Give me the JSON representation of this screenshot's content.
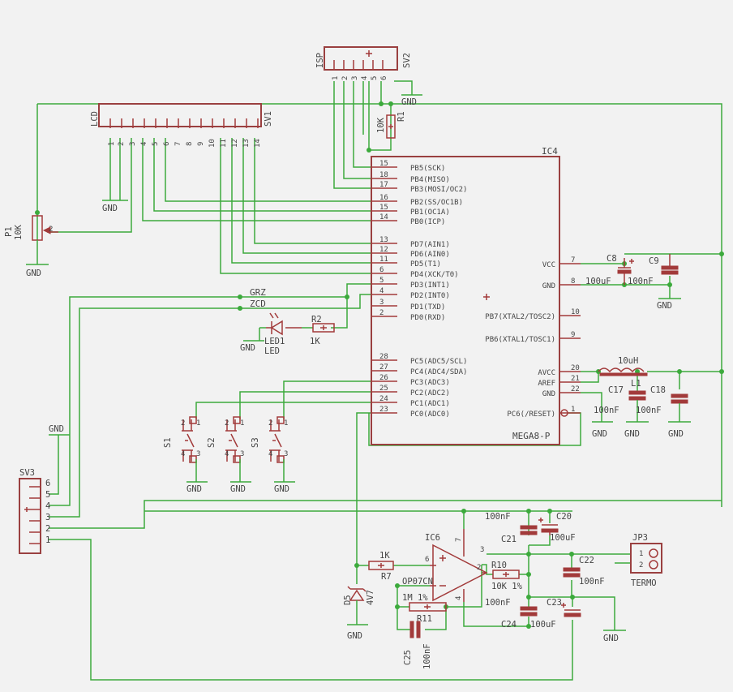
{
  "lcd": {
    "name": "LCD",
    "ref": "SV1",
    "pins": [
      "1",
      "2",
      "3",
      "4",
      "5",
      "6",
      "7",
      "8",
      "9",
      "10",
      "11",
      "12",
      "13",
      "14"
    ]
  },
  "isp": {
    "name": "ISP",
    "ref": "SV2",
    "pins": [
      "1",
      "2",
      "3",
      "4",
      "5",
      "6"
    ]
  },
  "r1": {
    "ref": "R1",
    "value": "10K"
  },
  "p1": {
    "ref": "P1",
    "value": "10K",
    "pin": "2"
  },
  "ic4": {
    "ref": "IC4",
    "part": "MEGA8-P",
    "left_pins": [
      {
        "num": "15",
        "label": "PB5(SCK)"
      },
      {
        "num": "18",
        "label": "PB4(MISO)"
      },
      {
        "num": "17",
        "label": "PB3(MOSI/OC2)"
      },
      {
        "num": "16",
        "label": "PB2(SS/OC1B)"
      },
      {
        "num": "15",
        "label": "PB1(OC1A)"
      },
      {
        "num": "14",
        "label": "PB0(ICP)"
      },
      {
        "num": "13",
        "label": "PD7(AIN1)"
      },
      {
        "num": "12",
        "label": "PD6(AIN0)"
      },
      {
        "num": "11",
        "label": "PD5(T1)"
      },
      {
        "num": "6",
        "label": "PD4(XCK/T0)"
      },
      {
        "num": "5",
        "label": "PD3(INT1)"
      },
      {
        "num": "4",
        "label": "PD2(INT0)"
      },
      {
        "num": "3",
        "label": "PD1(TXD)"
      },
      {
        "num": "2",
        "label": "PD0(RXD)"
      },
      {
        "num": "28",
        "label": "PC5(ADC5/SCL)"
      },
      {
        "num": "27",
        "label": "PC4(ADC4/SDA)"
      },
      {
        "num": "26",
        "label": "PC3(ADC3)"
      },
      {
        "num": "25",
        "label": "PC2(ADC2)"
      },
      {
        "num": "24",
        "label": "PC1(ADC1)"
      },
      {
        "num": "23",
        "label": "PC0(ADC0)"
      }
    ],
    "right_pins": [
      {
        "num": "7",
        "label": "VCC"
      },
      {
        "num": "8",
        "label": "GND"
      },
      {
        "num": "10",
        "label": "PB7(XTAL2/TOSC2)"
      },
      {
        "num": "9",
        "label": "PB6(XTAL1/TOSC1)"
      },
      {
        "num": "20",
        "label": "AVCC"
      },
      {
        "num": "21",
        "label": "AREF"
      },
      {
        "num": "22",
        "label": "GND"
      },
      {
        "num": "1",
        "label": "PC6(/RESET)"
      }
    ]
  },
  "c8": {
    "ref": "C8",
    "value": "100uF"
  },
  "c9": {
    "ref": "C9",
    "value": "100nF"
  },
  "l1": {
    "ref": "L1",
    "value": "10uH"
  },
  "c17": {
    "ref": "C17",
    "value": "100nF"
  },
  "c18": {
    "ref": "C18",
    "value": "100nF"
  },
  "net_grz": "GRZ",
  "net_zcd": "ZCD",
  "led1": {
    "ref": "LED1",
    "type": "LED"
  },
  "r2": {
    "ref": "R2",
    "value": "1K"
  },
  "switches": [
    "S1",
    "S2",
    "S3"
  ],
  "sw_pins": [
    "1",
    "2",
    "3",
    "4"
  ],
  "sv3": {
    "ref": "SV3",
    "pins": [
      "6",
      "5",
      "4",
      "3",
      "2",
      "1"
    ]
  },
  "gnd_label": "GND",
  "ic6": {
    "ref": "IC6",
    "part": "OP07CN",
    "pins": [
      "2",
      "3",
      "4",
      "6",
      "7"
    ]
  },
  "r7": {
    "ref": "R7",
    "value": "1K"
  },
  "d5": {
    "ref": "D5",
    "value": "4V7"
  },
  "r10": {
    "ref": "R10",
    "value": "10K 1%"
  },
  "r11": {
    "ref": "R11",
    "value": "1M 1%"
  },
  "c25": {
    "ref": "C25",
    "value": "100nF"
  },
  "c21": {
    "ref": "C21",
    "value": "100nF"
  },
  "c20": {
    "ref": "C20",
    "value": "100uF"
  },
  "c22": {
    "ref": "C22",
    "value": "100nF"
  },
  "c23": {
    "ref": "C23",
    "value": "100uF"
  },
  "c24": {
    "ref": "C24",
    "value": "100nF"
  },
  "jp3": {
    "ref": "JP3",
    "name": "TERMO",
    "pins": [
      "1",
      "2"
    ]
  },
  "colors": {
    "wire": "#3caa3c",
    "part": "#a23a3a",
    "background": "#f2f2f2"
  }
}
